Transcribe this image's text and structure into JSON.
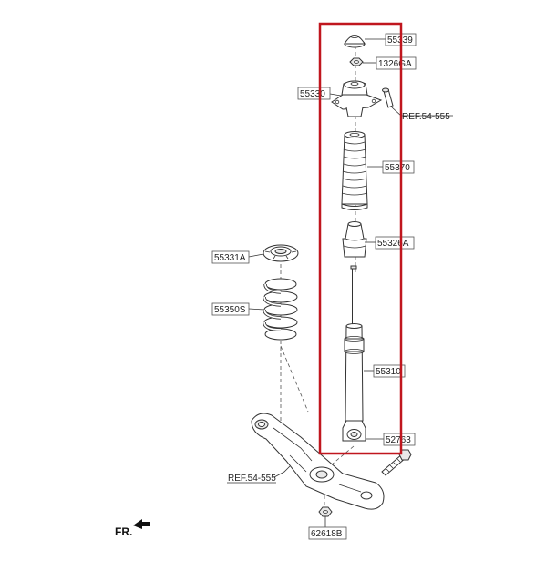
{
  "labels": {
    "top_seat": "55339",
    "nut": "1326GA",
    "mount": "55330",
    "ref_upper": "REF.54-555",
    "dust_cover": "55370",
    "bumper": "55326A",
    "spring_pad": "55331A",
    "coil_spring": "55350S",
    "shock_absorber": "55310",
    "bolt": "52763",
    "ref_lower": "REF.54-555",
    "lower_nut": "62618B"
  },
  "direction": "FR.",
  "colors": {
    "highlight": "#c0161e",
    "line": "#333333"
  }
}
